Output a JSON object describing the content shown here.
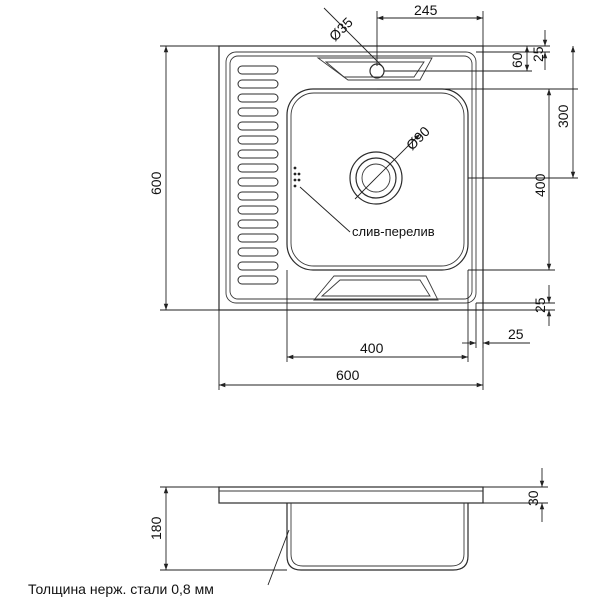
{
  "dimensions": {
    "overall_width": "600",
    "overall_depth": "600",
    "bowl_width": "400",
    "bowl_depth": "400",
    "tap_hole_offset": "245",
    "tap_hole_diameter": "Ø35",
    "drain_diameter": "Ø90",
    "front_rim_top": "25",
    "tap_hole_from_top": "60",
    "bowl_center_from_top": "300",
    "rim_bottom": "25",
    "side_rim": "25",
    "height": "180",
    "flange_height": "30"
  },
  "labels": {
    "drain_overflow": "слив-перелив",
    "steel_thickness": "Толщина нерж. стали 0,8 мм"
  },
  "colors": {
    "line": "#2b2b2b",
    "background": "#ffffff"
  }
}
